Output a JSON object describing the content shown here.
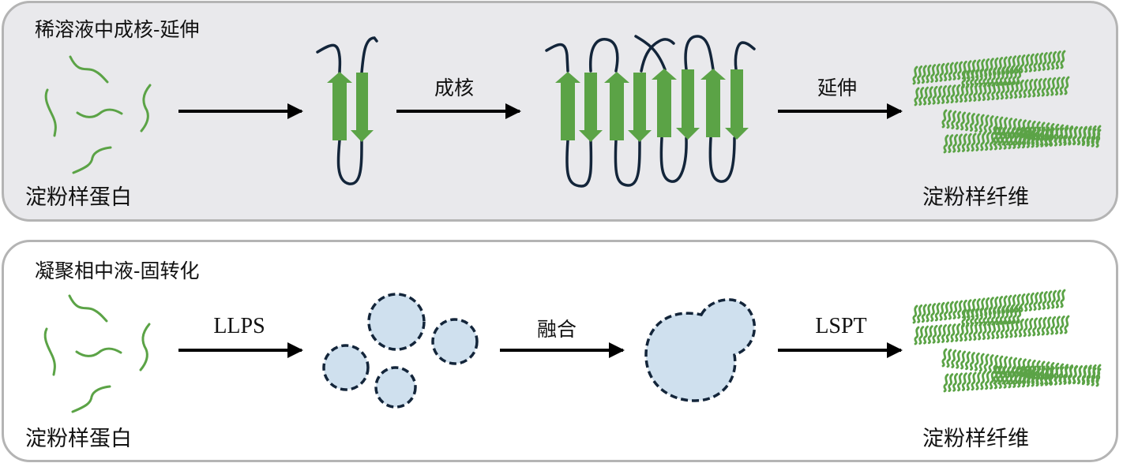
{
  "panels": {
    "top": {
      "title": "稀溶液中成核-延伸",
      "start_label": "淀粉样蛋白",
      "end_label": "淀粉样纤维",
      "steps": [
        {
          "label": ""
        },
        {
          "label": "成核"
        },
        {
          "label": "延伸"
        }
      ]
    },
    "bottom": {
      "title": "凝聚相中液-固转化",
      "start_label": "淀粉样蛋白",
      "end_label": "淀粉样纤维",
      "steps": [
        {
          "label": "LLPS"
        },
        {
          "label": "融合"
        },
        {
          "label": "LSPT"
        }
      ]
    }
  },
  "colors": {
    "strand_green": "#5ba346",
    "loop_dark": "#13253a",
    "droplet_fill": "#cfe0ee",
    "arrow": "#000000",
    "top_bg": "#e9e9ec",
    "border": "#b4b4b4"
  }
}
